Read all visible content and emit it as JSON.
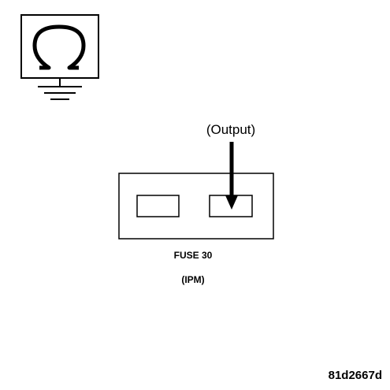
{
  "labels": {
    "output": "(Output)",
    "fuse": "FUSE 30",
    "module": "(IPM)",
    "figure_id": "81d2667d"
  },
  "icons": {
    "meter": "ohmmeter-icon",
    "ground": "ground-icon",
    "arrow": "probe-arrow-icon"
  },
  "colors": {
    "ink": "#000000",
    "background": "#ffffff"
  }
}
